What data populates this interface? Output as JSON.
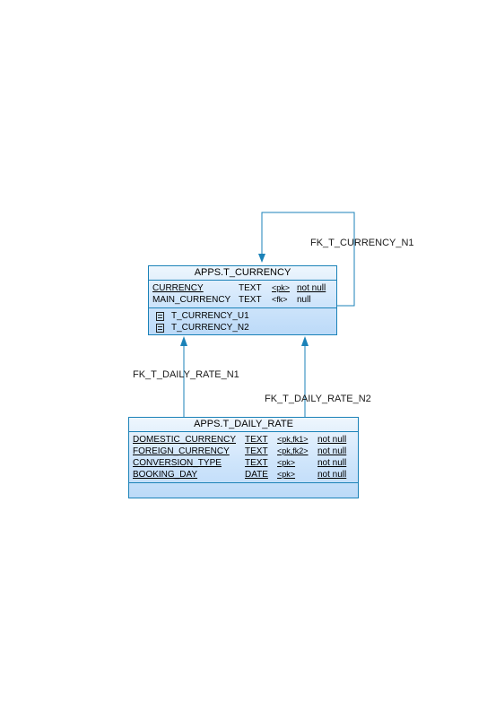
{
  "relationships": [
    {
      "name": "FK_T_CURRENCY_N1"
    },
    {
      "name": "FK_T_DAILY_RATE_N1"
    },
    {
      "name": "FK_T_DAILY_RATE_N2"
    }
  ],
  "tables": {
    "currency": {
      "title": "APPS.T_CURRENCY",
      "columns": [
        {
          "name": "CURRENCY",
          "type": "TEXT",
          "key": "<pk>",
          "nullability": "not null"
        },
        {
          "name": "MAIN_CURRENCY",
          "type": "TEXT",
          "key": "<fk>",
          "nullability": "null"
        }
      ],
      "indexes": [
        "T_CURRENCY_U1",
        "T_CURRENCY_N2"
      ]
    },
    "daily_rate": {
      "title": "APPS.T_DAILY_RATE",
      "columns": [
        {
          "name": "DOMESTIC_CURRENCY",
          "type": "TEXT",
          "key": "<pk,fk1>",
          "nullability": "not null"
        },
        {
          "name": "FOREIGN_CURRENCY",
          "type": "TEXT",
          "key": "<pk,fk2>",
          "nullability": "not null"
        },
        {
          "name": "CONVERSION_TYPE",
          "type": "TEXT",
          "key": "<pk>",
          "nullability": "not null"
        },
        {
          "name": "BOOKING_DAY",
          "type": "DATE",
          "key": "<pk>",
          "nullability": "not null"
        }
      ]
    }
  },
  "colors": {
    "line": "#1b82b8",
    "entity_border": "#1b82b8",
    "entity_fill": "#cfe5fb"
  },
  "icons": {
    "index": "index-icon",
    "arrow": "arrowhead"
  }
}
